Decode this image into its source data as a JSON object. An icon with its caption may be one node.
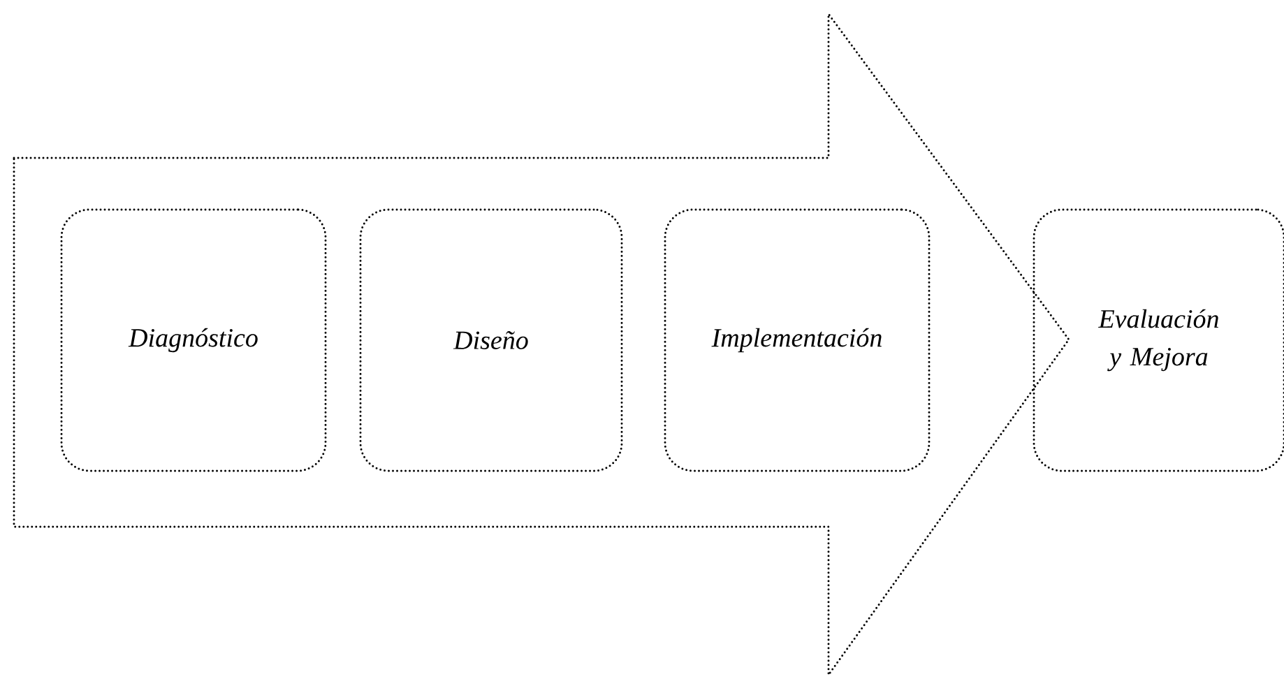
{
  "diagram": {
    "nodes": [
      {
        "text": [],
        "shape": "arrow"
      },
      {
        "text": [
          "Diagnóstico"
        ],
        "in": 0
      },
      {
        "text": [
          "Diseño"
        ],
        "in": 0
      },
      {
        "text": [
          "Implementación"
        ],
        "in": 0
      },
      {
        "text": [
          "Evaluación y Mejora"
        ]
      }
    ]
  }
}
